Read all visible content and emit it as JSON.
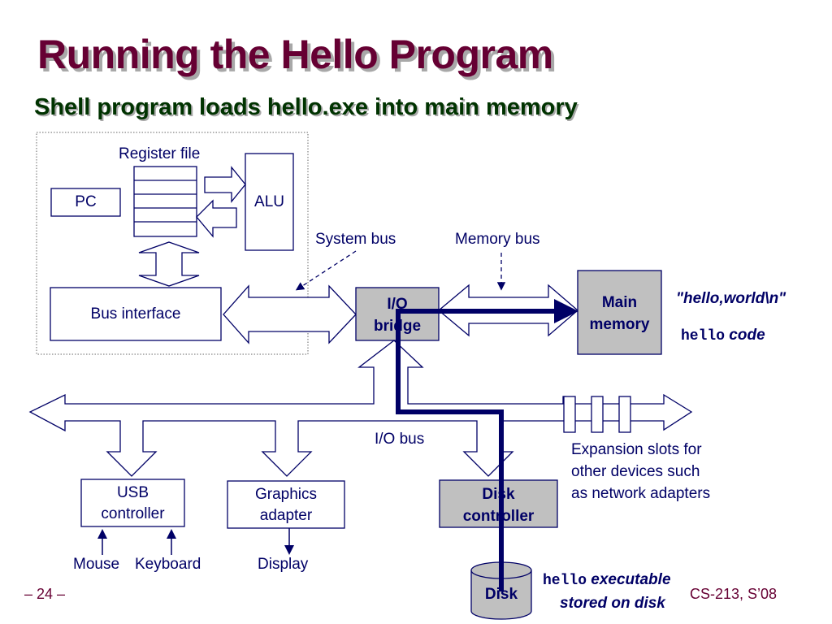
{
  "slide": {
    "title": "Running the Hello Program",
    "subtitle": "Shell program loads hello.exe into main memory",
    "page_number": "– 24 –",
    "course": "CS-213, S’08"
  },
  "colors": {
    "title": "#660033",
    "subtitle": "#003300",
    "diagram_ink": "#000066",
    "highlight_box_fill": "#c0c0c0",
    "data_path": "#000066"
  },
  "cpu": {
    "register_file_label": "Register file",
    "pc_label": "PC",
    "alu_label": "ALU",
    "bus_interface_label": "Bus interface"
  },
  "buses": {
    "system_bus_label": "System bus",
    "memory_bus_label": "Memory bus",
    "io_bus_label": "I/O bus"
  },
  "components": {
    "io_bridge": [
      "I/O",
      "bridge"
    ],
    "main_memory": [
      "Main",
      "memory"
    ],
    "usb_controller": [
      "USB",
      "controller"
    ],
    "graphics_adapter": [
      "Graphics",
      "adapter"
    ],
    "disk_controller": [
      "Disk",
      "controller"
    ],
    "disk": "Disk"
  },
  "devices": {
    "mouse": "Mouse",
    "keyboard": "Keyboard",
    "display": "Display"
  },
  "notes": {
    "memory_string": "\"hello,world\\n\"",
    "memory_code_mono": "hello",
    "memory_code_text": " code",
    "disk_mono": "hello",
    "disk_text_1": " executable",
    "disk_text_2": "stored on disk",
    "expansion_slots": [
      "Expansion slots for",
      "other devices such",
      "as network adapters"
    ]
  }
}
